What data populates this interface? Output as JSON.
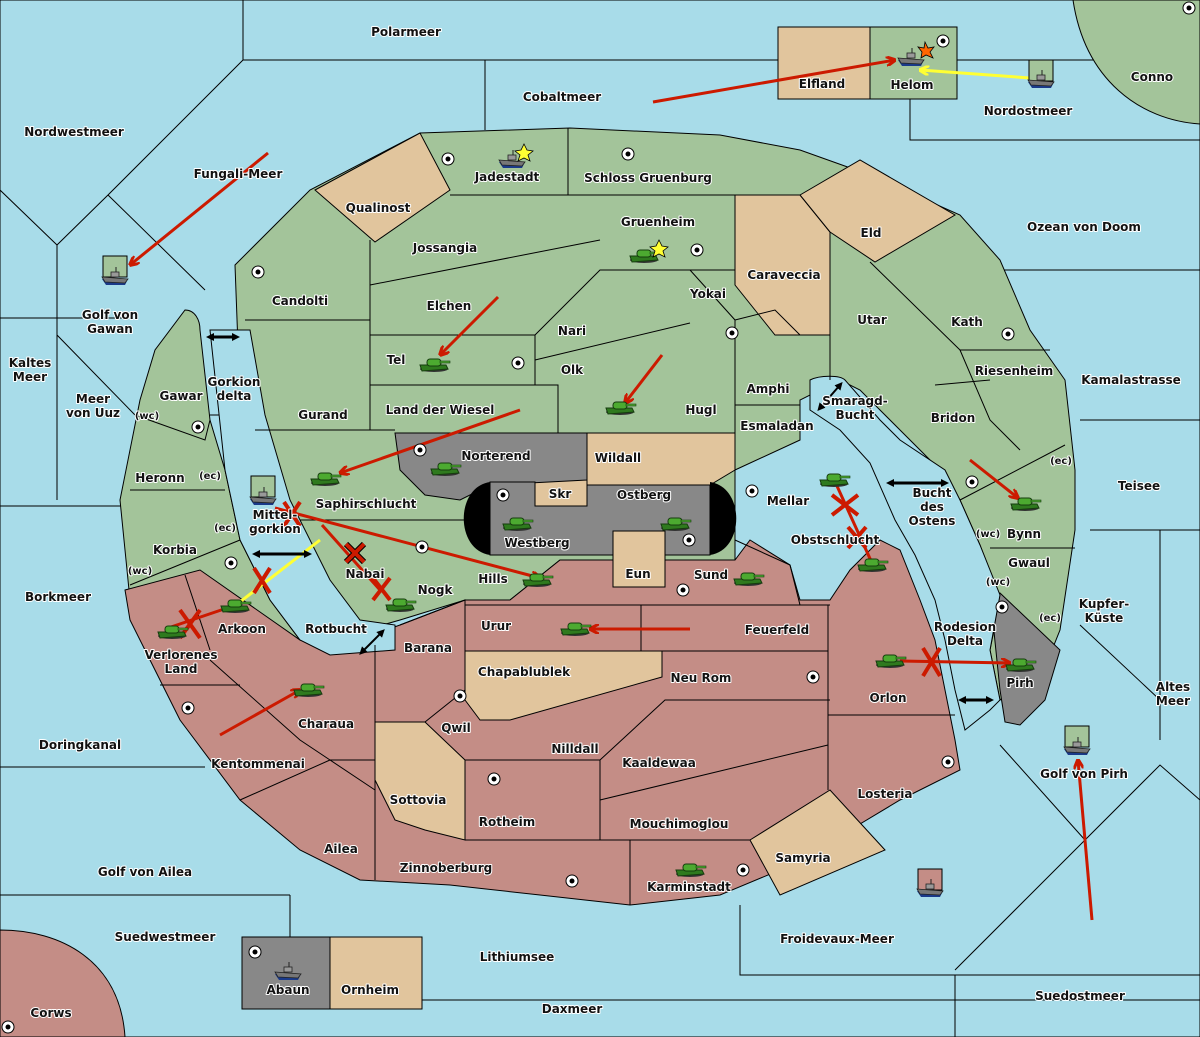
{
  "map": {
    "colors": {
      "sea": "#a8dce9",
      "green": "#a3c49a",
      "red": "#c48d86",
      "neutral": "#e1c59d",
      "gray": "#888888",
      "order": "#cc1a00",
      "support": "#ffff33"
    },
    "seas": [
      {
        "name": "Polarmeer"
      },
      {
        "name": "Cobaltmeer"
      },
      {
        "name": "Nordostmeer"
      },
      {
        "name": "Nordwestmeer"
      },
      {
        "name": "Fungali-Meer"
      },
      {
        "name": "Golf von Gawan"
      },
      {
        "name": "Kaltes Meer"
      },
      {
        "name": "Meer von Uuz"
      },
      {
        "name": "Gorkion delta"
      },
      {
        "name": "Mittel-gorkion"
      },
      {
        "name": "Rotbucht"
      },
      {
        "name": "Borkmeer"
      },
      {
        "name": "Doringkanal"
      },
      {
        "name": "Golf von Ailea"
      },
      {
        "name": "Suedwestmeer"
      },
      {
        "name": "Lithiumsee"
      },
      {
        "name": "Daxmeer"
      },
      {
        "name": "Froidevaux-Meer"
      },
      {
        "name": "Suedostmeer"
      },
      {
        "name": "Golf von Pirh"
      },
      {
        "name": "Altes Meer"
      },
      {
        "name": "Kupfer-Küste"
      },
      {
        "name": "Teisee"
      },
      {
        "name": "Kamalastrasse"
      },
      {
        "name": "Ozean von Doom"
      },
      {
        "name": "Smaragd-Bucht"
      },
      {
        "name": "Bucht des Ostens"
      },
      {
        "name": "Rodesion Delta"
      }
    ],
    "land": [
      {
        "name": "Elfland"
      },
      {
        "name": "Helom"
      },
      {
        "name": "Conno"
      },
      {
        "name": "Jadestadt"
      },
      {
        "name": "Schloss Gruenburg"
      },
      {
        "name": "Qualinost"
      },
      {
        "name": "Jossangia"
      },
      {
        "name": "Gruenheim"
      },
      {
        "name": "Eld"
      },
      {
        "name": "Caraveccia"
      },
      {
        "name": "Candolti"
      },
      {
        "name": "Elchen"
      },
      {
        "name": "Yokai"
      },
      {
        "name": "Nari"
      },
      {
        "name": "Utar"
      },
      {
        "name": "Kath"
      },
      {
        "name": "Tel"
      },
      {
        "name": "Olk"
      },
      {
        "name": "Hugl"
      },
      {
        "name": "Amphi"
      },
      {
        "name": "Riesenheim"
      },
      {
        "name": "Gurand"
      },
      {
        "name": "Land der Wiesel"
      },
      {
        "name": "Esmaladan"
      },
      {
        "name": "Bridon"
      },
      {
        "name": "Gawar"
      },
      {
        "name": "Norterend"
      },
      {
        "name": "Wildall"
      },
      {
        "name": "Skr"
      },
      {
        "name": "Ostberg"
      },
      {
        "name": "Westberg"
      },
      {
        "name": "Eun"
      },
      {
        "name": "Mellar"
      },
      {
        "name": "Heronn"
      },
      {
        "name": "Saphirschlucht"
      },
      {
        "name": "Bynn"
      },
      {
        "name": "Korbia"
      },
      {
        "name": "Nabai"
      },
      {
        "name": "Hills"
      },
      {
        "name": "Sund"
      },
      {
        "name": "Obstschlucht"
      },
      {
        "name": "Gwaul"
      },
      {
        "name": "Arkoon"
      },
      {
        "name": "Nogk"
      },
      {
        "name": "Urur"
      },
      {
        "name": "Feuerfeld"
      },
      {
        "name": "Verlorenes Land"
      },
      {
        "name": "Barana"
      },
      {
        "name": "Chapablublek"
      },
      {
        "name": "Neu Rom"
      },
      {
        "name": "Orlon"
      },
      {
        "name": "Pirh"
      },
      {
        "name": "Charaua"
      },
      {
        "name": "Qwil"
      },
      {
        "name": "Nilldall"
      },
      {
        "name": "Kaaldewaa"
      },
      {
        "name": "Kentommenai"
      },
      {
        "name": "Sottovia"
      },
      {
        "name": "Rotheim"
      },
      {
        "name": "Losteria"
      },
      {
        "name": "Mouchimoglou"
      },
      {
        "name": "Ailea"
      },
      {
        "name": "Zinnoberburg"
      },
      {
        "name": "Karminstadt"
      },
      {
        "name": "Samyria"
      },
      {
        "name": "Abaun"
      },
      {
        "name": "Ornheim"
      },
      {
        "name": "Corws"
      }
    ],
    "coasts": {
      "wc": "(wc)",
      "ec": "(ec)"
    },
    "icons": {
      "army": "tank-icon",
      "fleet": "battleship-icon",
      "supply": "supply-center-icon",
      "home": "star-icon",
      "battle": "explosion-icon",
      "dislodged": "cross-icon",
      "convoy": "double-arrow-icon"
    }
  }
}
